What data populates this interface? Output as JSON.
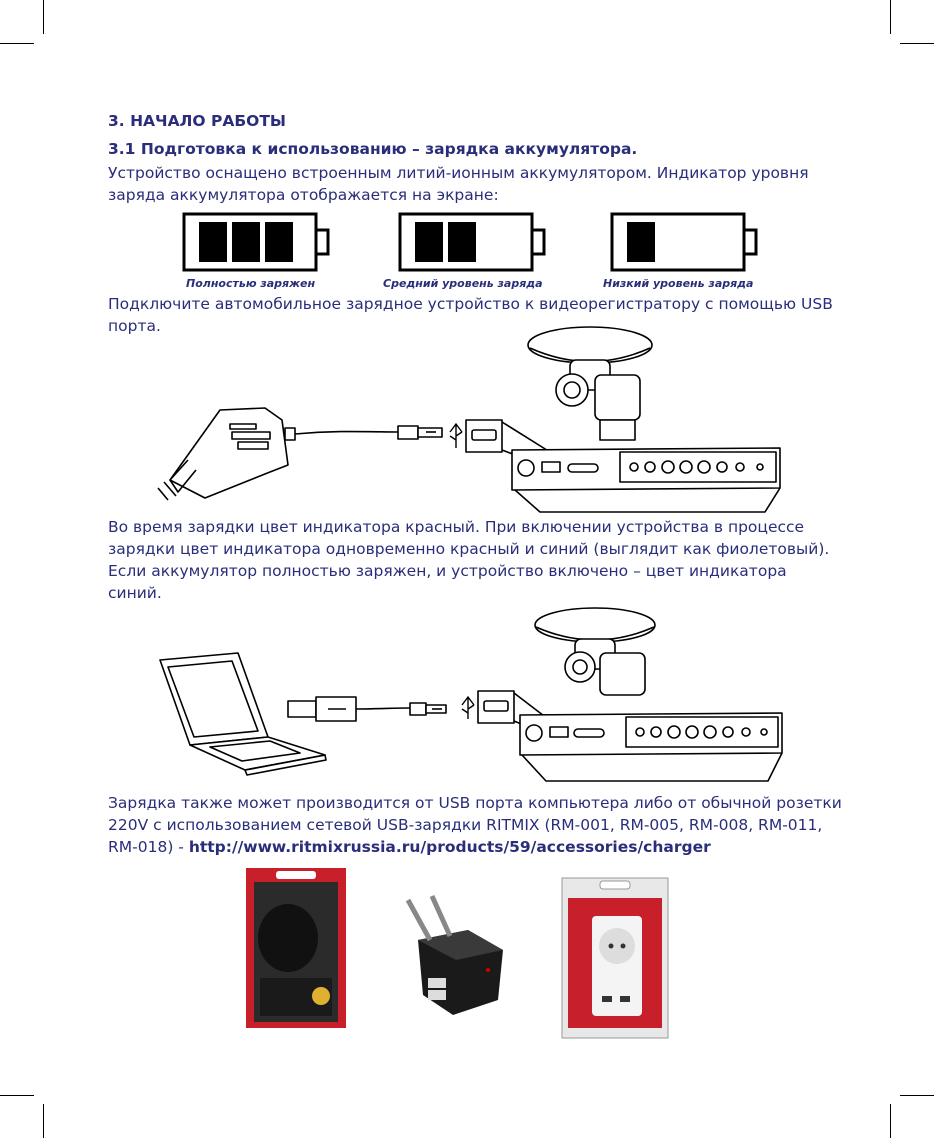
{
  "section_title": "3. НАЧАЛО РАБОТЫ",
  "subsection_title": "3.1 Подготовка к использованию – зарядка аккумулятора.",
  "para1": "Устройство оснащено встроенным литий-ионным аккумулятором. Индикатор уровня заряда аккумулятора отображается на экране:",
  "battery_levels": [
    {
      "caption": "Полностью заряжен",
      "bars": 3
    },
    {
      "caption": "Средний уровень заряда",
      "bars": 2
    },
    {
      "caption": "Низкий уровень заряда",
      "bars": 1
    }
  ],
  "para2": "Подключите автомобильное зарядное устройство к видеорегистратору с помощью USB порта.",
  "para3": "Во время зарядки цвет индикатора красный. При включении устройства в процессе зарядки цвет индикатора одновременно красный и синий (выглядит как фиолетовый). Если аккумулятор полностью заряжен, и устройство включено – цвет индикатора синий.",
  "para4": "Зарядка также может производится от USB порта компьютера либо от обычной розетки 220V с использованием сетевой USB-зарядки RITMIX (RM-001, RM-005, RM-008, RM-011, RM-018) - ",
  "para4_link": "http://www.ritmixrussia.ru/products/59/accessories/charger",
  "usb_symbol": "usb-icon",
  "colors": {
    "text": "#2a2e7a",
    "package_red": "#c8202a"
  }
}
